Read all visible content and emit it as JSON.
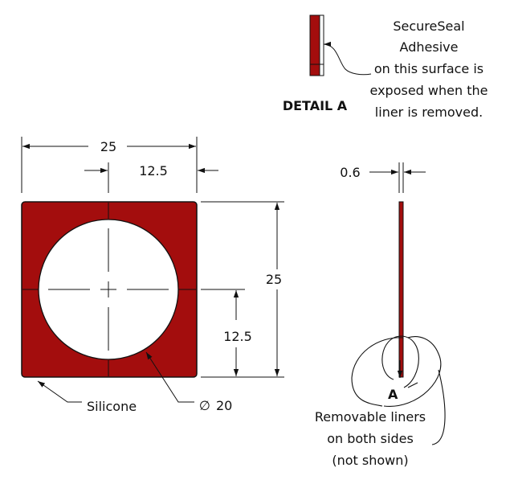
{
  "colors": {
    "part_fill": "#a30d0d",
    "line": "#111111",
    "background": "#ffffff"
  },
  "dimensions": {
    "width": "25",
    "half_width": "12.5",
    "height": "25",
    "half_height": "12.5",
    "thickness": "0.6",
    "hole_diameter": "20",
    "diameter_symbol": "∅"
  },
  "labels": {
    "material": "Silicone",
    "detail_title": "DETAIL A",
    "detail_marker": "A",
    "adhesive_note": [
      "SecureSeal",
      "Adhesive",
      "on this surface is",
      "exposed when the",
      "liner is removed."
    ],
    "liner_note": [
      "Removable liners",
      "on both sides",
      "(not shown)"
    ]
  }
}
